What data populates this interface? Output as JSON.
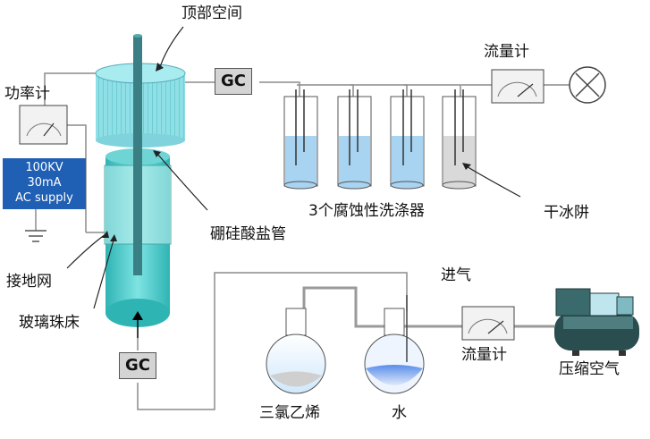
{
  "labels": {
    "headspace": "顶部空间",
    "power_meter": "功率计",
    "flow_meter_top": "流量计",
    "borosilicate_tube": "硼硅酸盐管",
    "scrubbers": "3个腐蚀性洗涤器",
    "dry_ice_trap": "干冰阱",
    "ground_mesh": "接地网",
    "glass_bead_bed": "玻璃珠床",
    "gas_inlet": "进气",
    "flow_meter_bottom": "流量计",
    "compressed_air": "压缩空气",
    "tce": "三氯乙烯",
    "water": "水"
  },
  "power_supply": {
    "line1": "100KV",
    "line2": "30mA",
    "line3": "AC  supply"
  },
  "gc_top": "GC",
  "gc_bottom": "GC",
  "colors": {
    "reactor_teal": "#5fcfcf",
    "rod": "#3a7f83",
    "liquid_blue": "#a8d4f2",
    "psu_blue": "#1f5fb4",
    "pipe_gray": "#8c8c8c"
  }
}
